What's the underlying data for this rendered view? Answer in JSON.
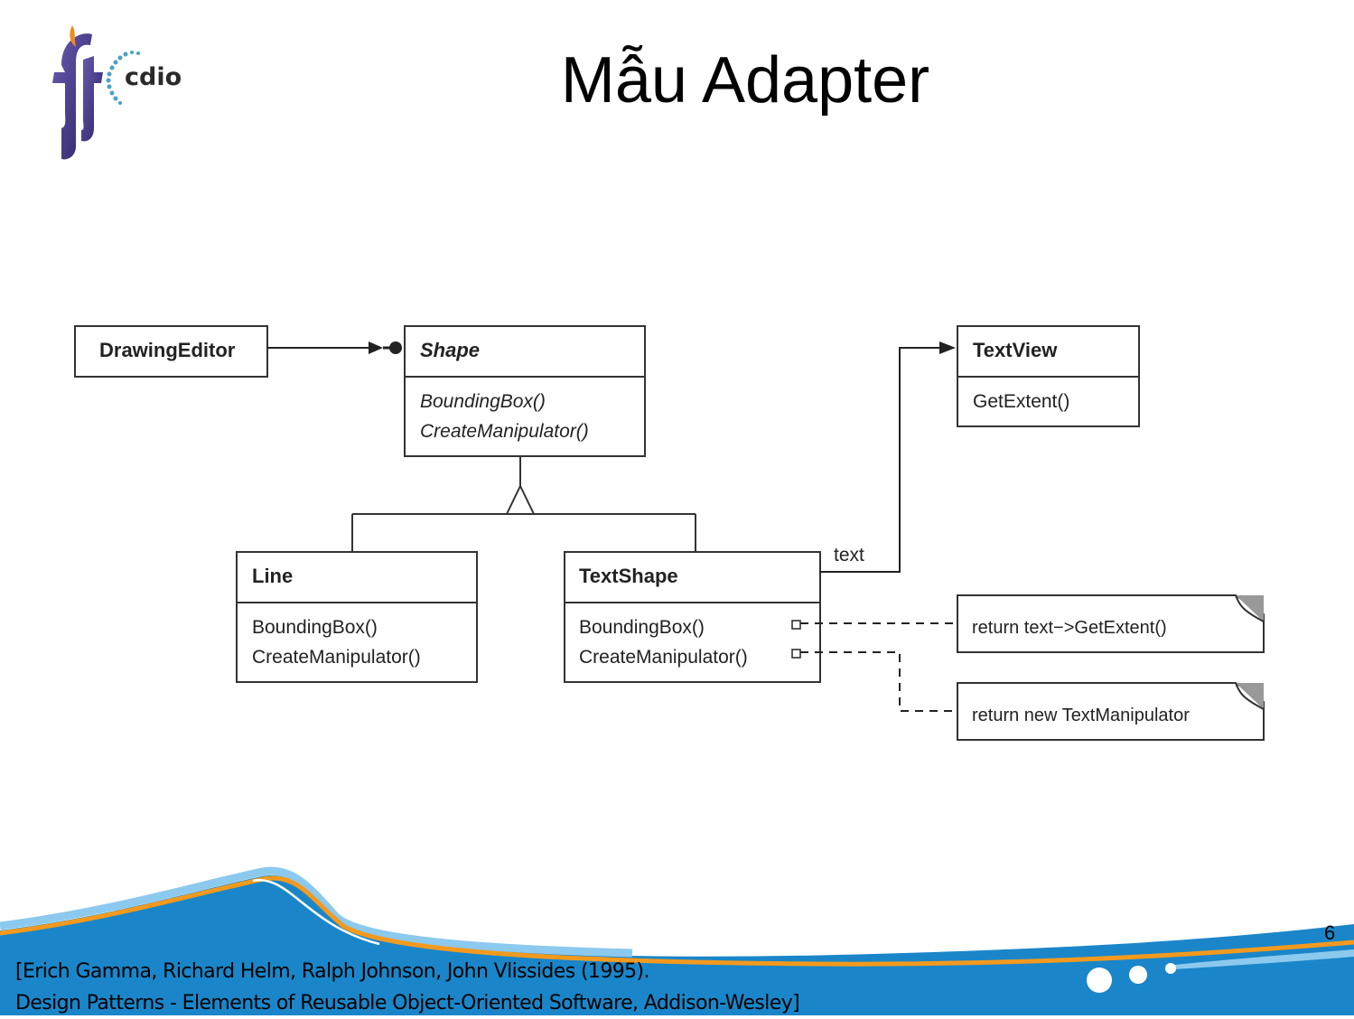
{
  "slide": {
    "title": "Mẫu Adapter",
    "page_number": "6",
    "logo_text": "cdio",
    "logo_mark": "fit"
  },
  "diagram": {
    "classes": [
      {
        "id": "drawing-editor",
        "name": "DrawingEditor",
        "operations": []
      },
      {
        "id": "shape",
        "name": "Shape",
        "abstract": true,
        "operations": [
          "BoundingBox()",
          "CreateManipulator()"
        ]
      },
      {
        "id": "textview",
        "name": "TextView",
        "operations": [
          "GetExtent()"
        ]
      },
      {
        "id": "line",
        "name": "Line",
        "operations": [
          "BoundingBox()",
          "CreateManipulator()"
        ]
      },
      {
        "id": "textshape",
        "name": "TextShape",
        "operations": [
          "BoundingBox()",
          "CreateManipulator()"
        ]
      }
    ],
    "association_label": "text",
    "notes": [
      "return text−>GetExtent()",
      "return new TextManipulator"
    ]
  },
  "citation": {
    "line1": "[Erich Gamma, Richard Helm, Ralph Johnson, John Vlissides (1995).",
    "line2": "Design Patterns - Elements of Reusable Object-Oriented Software, Addison-Wesley]"
  },
  "colors": {
    "footer_blue": "#1a86c9",
    "footer_light_blue": "#8cc9ee",
    "footer_orange": "#f39a1e",
    "logo_purple": "#4b3c8a"
  }
}
